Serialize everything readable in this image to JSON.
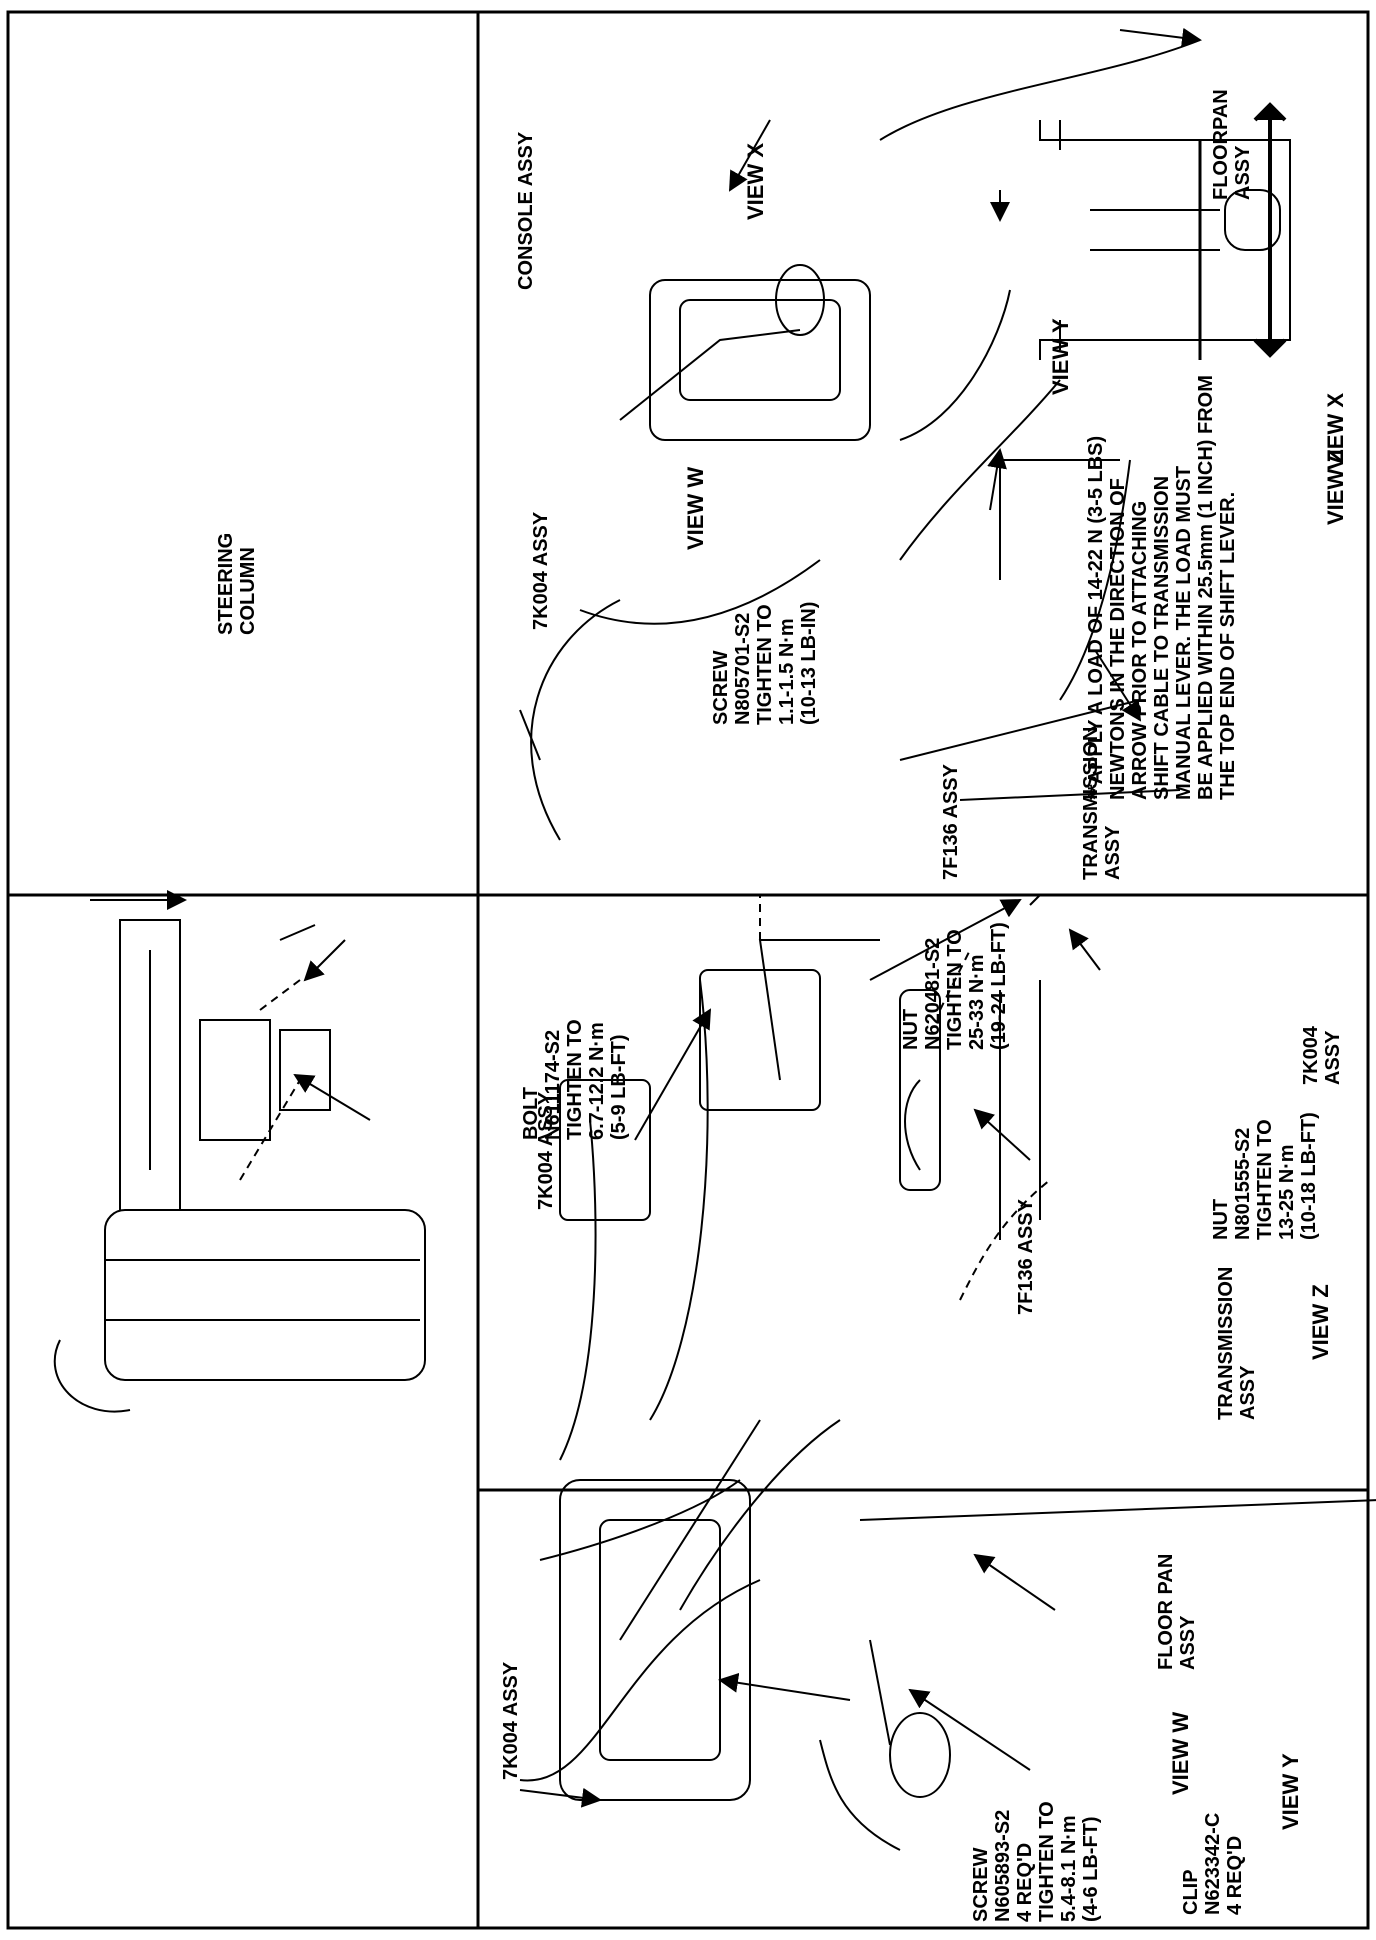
{
  "panels": {
    "view_w": {
      "title": "VIEW W",
      "steering_column": "STEERING\nCOLUMN",
      "screw": "SCREW\nN805701-S2\nTIGHTEN TO\n1.1-1.5 N·m\n(10-13 LB-IN)",
      "assy": "7K004 ASSY"
    },
    "view_y": {
      "title": "VIEW Y",
      "screw": "SCREW\nN605893-S2\n4 REQ'D\nTIGHTEN TO\n5.4-8.1 N·m\n(4-6 LB-FT)",
      "assy": "7K004 ASSY",
      "floor_pan": "FLOOR PAN\nASSY",
      "clip": "CLIP\nN623342-C\n4 REQ'D"
    },
    "view_z": {
      "title": "VIEW Z",
      "bolt": "BOLT\nN611174-S2\nTIGHTEN TO\n6.7-12.2 N·m\n(5-9 LB-FT)",
      "nut_top": "NUT\nN620481-S2\nTIGHTEN TO\n25-33 N·m\n(19-24 LB-FT)",
      "assy_7k004": "7K004\nASSY",
      "nut_bottom": "NUT\nN801555-S2\nTIGHTEN TO\n13-25 N·m\n(10-18 LB-FT)",
      "assy_7f136": "7F136 ASSY",
      "transmission": "TRANSMISSION\nASSY"
    },
    "view_x": {
      "title": "VIEW X",
      "note": "**APPLY A LOAD OF 14-22 N (3-5 LBS)\nNEWTONS IN THE DIRECTION OF\nARROW PRIOR TO ATTACHING\nSHIFT CABLE TO TRANSMISSION\nMANUAL LEVER. THE LOAD MUST\nBE APPLIED WITHIN 25.5mm (1 INCH) FROM\nTHE TOP END OF SHIFT LEVER."
    },
    "overview": {
      "console": "CONSOLE ASSY",
      "floorpan": "FLOORPAN\nASSY",
      "view_x": "VIEW X",
      "view_w": "VIEW W",
      "view_y": "VIEW Y",
      "view_z": "VIEW Z",
      "assy_7k004": "7K004 ASSY",
      "assy_7f136": "7F136 ASSY",
      "transmission": "TRANSMISSION\nASSY"
    }
  },
  "colors": {
    "ink": "#000000",
    "paper": "#ffffff"
  }
}
